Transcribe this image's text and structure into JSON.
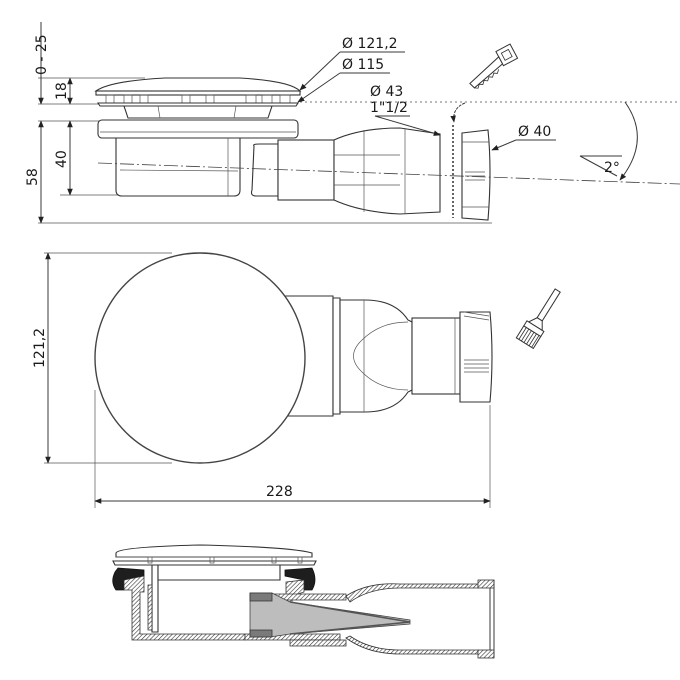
{
  "drawing": {
    "title": "Shower drain technical drawing",
    "views": [
      "side-elevation",
      "top-plan",
      "cross-section"
    ]
  },
  "side_view": {
    "dimensions": {
      "adjustable_height": "0 - 25",
      "grate_height": "18",
      "body_height": "40",
      "total_height": "58"
    },
    "callouts": {
      "grate_diameter": "Ø 121,2",
      "flange_diameter": "Ø 115",
      "outlet_diameter": "Ø 43",
      "outlet_thread": "1\"1/2",
      "pipe_diameter": "Ø 40",
      "slope_angle": "2°"
    },
    "icons": [
      "saw-icon",
      "cut-arrow-icon",
      "rotation-arrow-icon"
    ]
  },
  "top_view": {
    "dimensions": {
      "width": "121,2",
      "length": "228"
    },
    "icons": [
      "brush-icon"
    ]
  },
  "section_view": {
    "colors": {
      "hatch": "#333333",
      "insert_light": "#bdbdbd",
      "insert_dark": "#7a7a7a",
      "seal": "#1e1e1e"
    }
  }
}
